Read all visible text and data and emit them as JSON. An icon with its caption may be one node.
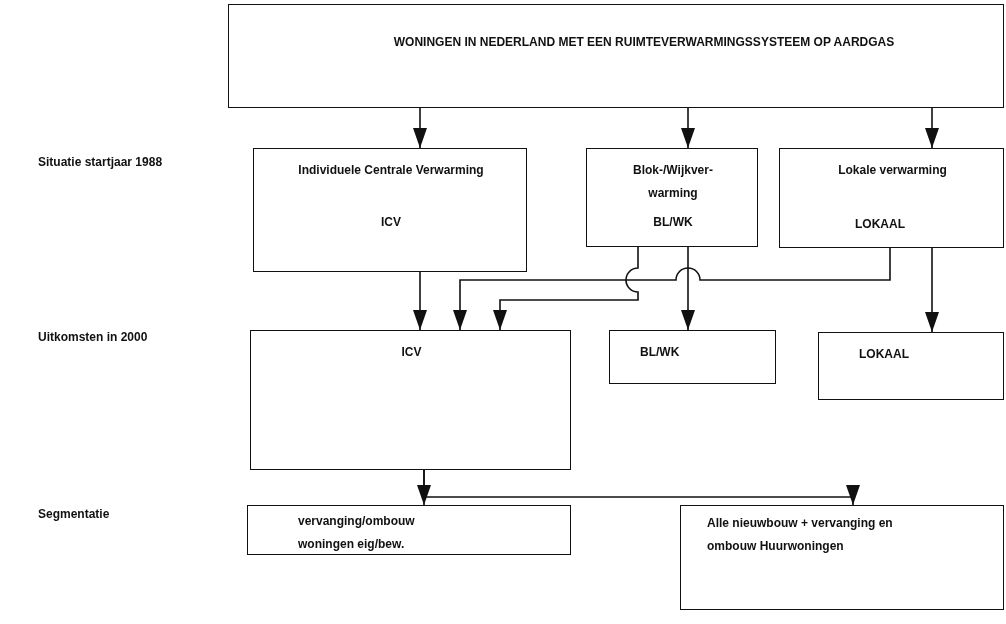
{
  "diagram": {
    "nodes": [
      {
        "text": [
          "WONINGEN IN NEDERLAND MET EEN RUIMTEVERWARMINGSSYSTEEM  OP AARDGAS"
        ]
      },
      {
        "text": [
          "Individuele Centrale Verwarming",
          "ICV"
        ]
      },
      {
        "text": [
          "Blok-/Wijkver- warming",
          "BL/WK"
        ]
      },
      {
        "text": [
          "Lokale verwarming",
          "LOKAAL"
        ]
      },
      {
        "text": [
          "ICV"
        ]
      },
      {
        "text": [
          "BL/WK"
        ]
      },
      {
        "text": [
          "LOKAAL"
        ]
      },
      {
        "text": [
          "vervanging/ombouw woningen eig/bew."
        ]
      },
      {
        "text": [
          "Alle nieuwbouw + vervanging en ombouw Huurwoningen"
        ]
      }
    ],
    "edges": [
      {
        "from": 0,
        "to": 1,
        "arrow": "to"
      },
      {
        "from": 0,
        "to": 2,
        "arrow": "to"
      },
      {
        "from": 0,
        "to": 3,
        "arrow": "to"
      },
      {
        "from": 1,
        "to": 4,
        "arrow": "to"
      },
      {
        "from": 3,
        "to": 4,
        "arrow": "to"
      },
      {
        "from": 2,
        "to": 4,
        "arrow": "to"
      },
      {
        "from": 2,
        "to": 5,
        "arrow": "to"
      },
      {
        "from": 3,
        "to": 6,
        "arrow": "to"
      },
      {
        "from": 4,
        "to": 7,
        "arrow": "to"
      },
      {
        "from": 4,
        "to": 8,
        "arrow": "to"
      }
    ],
    "labels": [
      "Situatie startjaar 1988",
      "Uitkomsten in 2000",
      "Segmentatie"
    ]
  }
}
